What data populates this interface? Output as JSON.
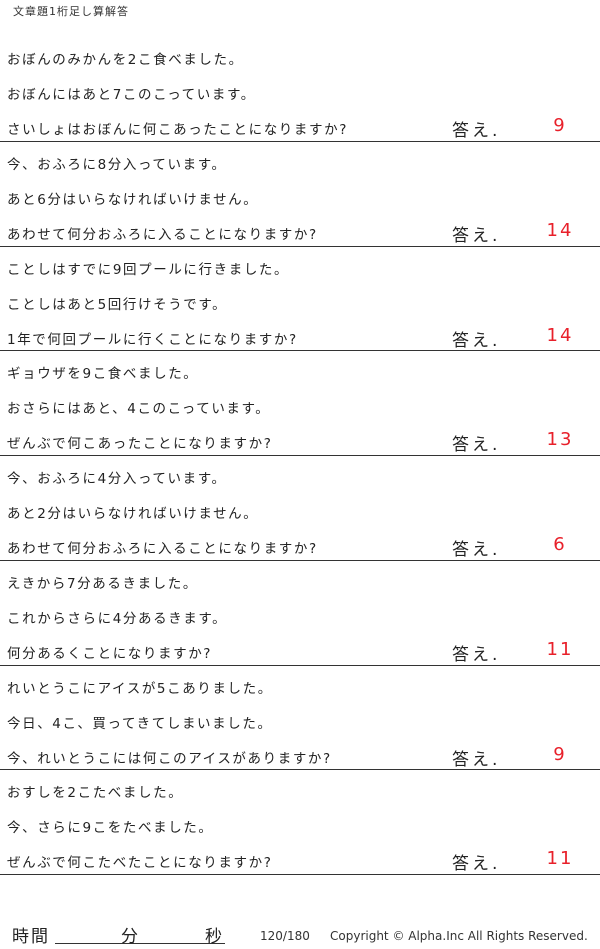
{
  "title": "文章題1桁足し算解答",
  "answer_label": "答え.",
  "problems": [
    {
      "lines": [
        "おぼんのみかんを2こ食べました。",
        "おぼんにはあと7このこっています。",
        "さいしょはおぼんに何こあったことになりますか?"
      ],
      "answer": "9"
    },
    {
      "lines": [
        "今、おふろに8分入っています。",
        "あと6分はいらなければいけません。",
        "あわせて何分おふろに入ることになりますか?"
      ],
      "answer": "14"
    },
    {
      "lines": [
        "ことしはすでに9回プールに行きました。",
        "ことしはあと5回行けそうです。",
        "1年で何回プールに行くことになりますか?"
      ],
      "answer": "14"
    },
    {
      "lines": [
        "ギョウザを9こ食べました。",
        "おさらにはあと、4このこっています。",
        "ぜんぶで何こあったことになりますか?"
      ],
      "answer": "13"
    },
    {
      "lines": [
        "今、おふろに4分入っています。",
        "あと2分はいらなければいけません。",
        "あわせて何分おふろに入ることになりますか?"
      ],
      "answer": "6"
    },
    {
      "lines": [
        "えきから7分あるきました。",
        "これからさらに4分あるきます。",
        "何分あるくことになりますか?"
      ],
      "answer": "11"
    },
    {
      "lines": [
        "れいとうこにアイスが5こありました。",
        "今日、4こ、買ってきてしまいました。",
        "今、れいとうこには何このアイスがありますか?"
      ],
      "answer": "9"
    },
    {
      "lines": [
        "おすしを2こたべました。",
        "今、さらに9こをたべました。",
        "ぜんぶで何こたべたことになりますか?"
      ],
      "answer": "11"
    }
  ],
  "footer": {
    "time_label": "時間",
    "minutes_label": "分",
    "seconds_label": "秒",
    "page": "120/180",
    "copyright": "Copyright ©  Alpha.Inc All Rights Reserved."
  },
  "colors": {
    "answer": "#e8202a",
    "rule": "#333333"
  }
}
